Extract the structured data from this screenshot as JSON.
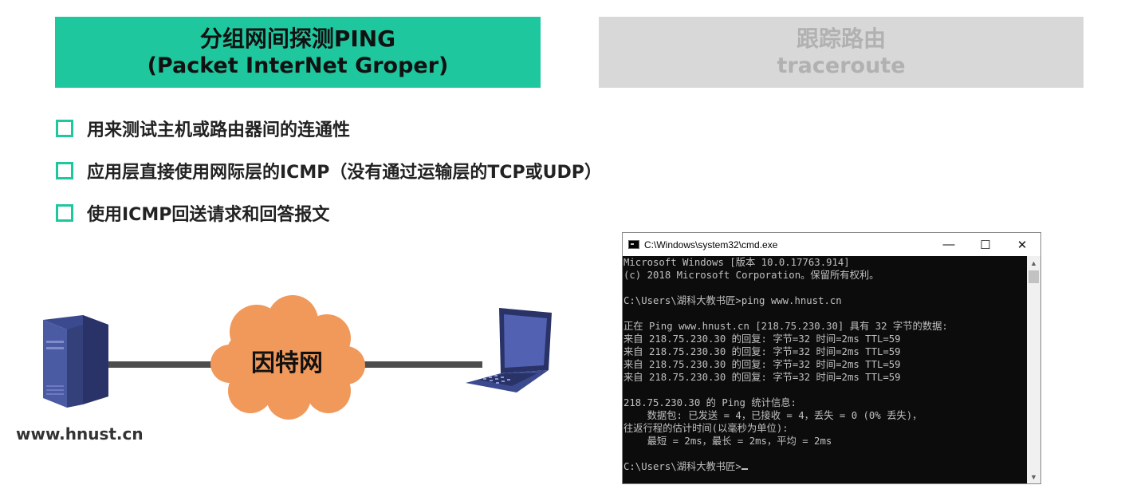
{
  "tabs": {
    "active": {
      "title": "分组网间探测PING",
      "subtitle": "(Packet InterNet Groper)"
    },
    "inactive": {
      "title": "跟踪路由",
      "subtitle": "traceroute"
    }
  },
  "bullets": [
    "用来测试主机或路由器间的连通性",
    "应用层直接使用网际层的ICMP（没有通过运输层的TCP或UDP）",
    "使用ICMP回送请求和回答报文"
  ],
  "diagram": {
    "host_label": "www.hnust.cn",
    "cloud_label": "因特网"
  },
  "cmd": {
    "title": "C:\\Windows\\system32\\cmd.exe",
    "minimize": "—",
    "maximize": "☐",
    "close": "✕",
    "lines": [
      "Microsoft Windows [版本 10.0.17763.914]",
      "(c) 2018 Microsoft Corporation。保留所有权利。",
      "",
      "C:\\Users\\湖科大教书匠>ping www.hnust.cn",
      "",
      "正在 Ping www.hnust.cn [218.75.230.30] 具有 32 字节的数据:",
      "来自 218.75.230.30 的回复: 字节=32 时间=2ms TTL=59",
      "来自 218.75.230.30 的回复: 字节=32 时间=2ms TTL=59",
      "来自 218.75.230.30 的回复: 字节=32 时间=2ms TTL=59",
      "来自 218.75.230.30 的回复: 字节=32 时间=2ms TTL=59",
      "",
      "218.75.230.30 的 Ping 统计信息:",
      "    数据包: 已发送 = 4，已接收 = 4，丢失 = 0 (0% 丢失)，",
      "往返行程的估计时间(以毫秒为单位):",
      "    最短 = 2ms，最长 = 2ms，平均 = 2ms",
      ""
    ],
    "prompt": "C:\\Users\\湖科大教书匠>"
  },
  "colors": {
    "accent": "#1fc79f",
    "inactive_tab": "#d8d8d8",
    "cloud": "#f0995a",
    "cmd_background": "#0c0c0c",
    "cmd_text": "#c0c0c0"
  }
}
